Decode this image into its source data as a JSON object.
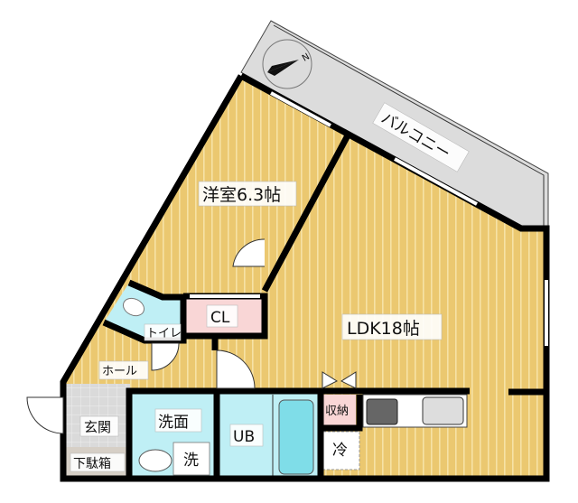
{
  "rooms": {
    "western_room": "洋室6.3帖",
    "ldk": "LDK18帖",
    "balcony": "バルコニー",
    "closet": "CL",
    "toilet": "トイレ",
    "hall": "ホール",
    "entrance": "玄関",
    "shoe_cabinet": "下駄箱",
    "washroom": "洗面",
    "washer": "洗",
    "unit_bath": "UB",
    "storage": "収納",
    "fridge": "冷"
  },
  "compass": {
    "label": "N",
    "icon": "compass-north-icon"
  },
  "colors": {
    "floor": "#ebc870",
    "floor_stripe": "#f6e2a6",
    "balcony": "#dcdcdc",
    "wet_area": "#bfeff5",
    "closet": "#f9d6d6",
    "entrance_tile": "#dadada",
    "shoe_cabinet": "#d6cfc6"
  }
}
